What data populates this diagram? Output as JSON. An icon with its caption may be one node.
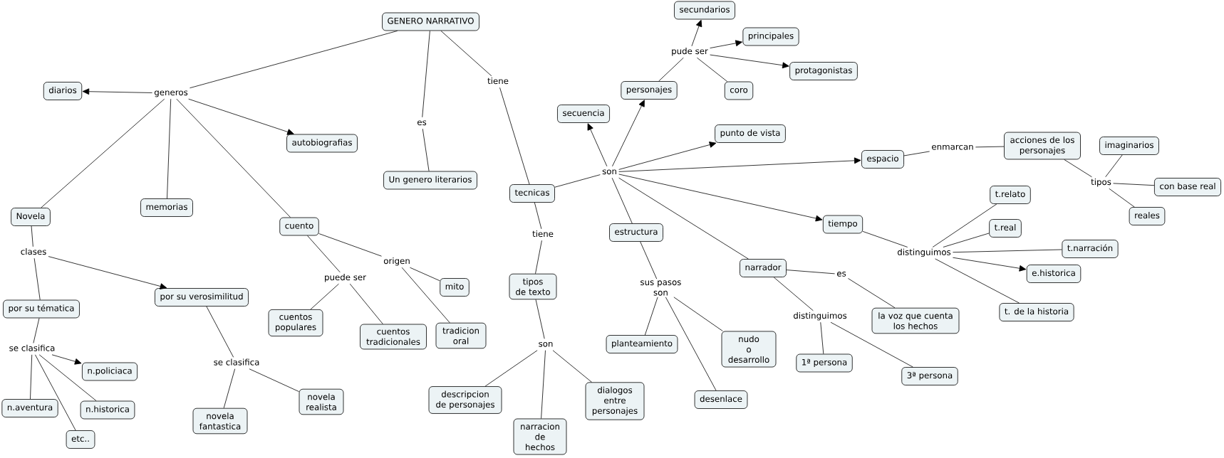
{
  "diagram": {
    "nodes": [
      {
        "text": [
          "GENERO NARRATIVO"
        ]
      },
      {
        "text": [
          "generos"
        ]
      },
      {
        "text": [
          "diarios"
        ]
      },
      {
        "text": [
          "autobiografias"
        ]
      },
      {
        "text": [
          "Novela"
        ]
      },
      {
        "text": [
          "memorias"
        ]
      },
      {
        "text": [
          "cuento"
        ]
      },
      {
        "text": [
          "es"
        ]
      },
      {
        "text": [
          "Un genero literarios"
        ]
      },
      {
        "text": [
          "tiene"
        ]
      },
      {
        "text": [
          "tecnicas"
        ]
      },
      {
        "text": [
          "son"
        ]
      },
      {
        "text": [
          "secuencia"
        ]
      },
      {
        "text": [
          "personajes"
        ]
      },
      {
        "text": [
          "pude ser"
        ]
      },
      {
        "text": [
          "secundarios"
        ]
      },
      {
        "text": [
          "principales"
        ]
      },
      {
        "text": [
          "protagonistas"
        ]
      },
      {
        "text": [
          "coro"
        ]
      },
      {
        "text": [
          "punto de vista"
        ]
      },
      {
        "text": [
          "espacio"
        ]
      },
      {
        "text": [
          "enmarcan"
        ]
      },
      {
        "text": [
          "acciones de los personajes"
        ]
      },
      {
        "text": [
          "tipos"
        ]
      },
      {
        "text": [
          "imaginarios"
        ]
      },
      {
        "text": [
          "con base real"
        ]
      },
      {
        "text": [
          "reales"
        ]
      },
      {
        "text": [
          "tiempo"
        ]
      },
      {
        "text": [
          "distinguimos"
        ]
      },
      {
        "text": [
          "t.relato"
        ]
      },
      {
        "text": [
          "t.real"
        ]
      },
      {
        "text": [
          "t.narración"
        ]
      },
      {
        "text": [
          "e.historica"
        ]
      },
      {
        "text": [
          "t. de la historia"
        ]
      },
      {
        "text": [
          "estructura"
        ]
      },
      {
        "text": [
          "sus pasos son"
        ]
      },
      {
        "text": [
          "planteamiento"
        ]
      },
      {
        "text": [
          "nudo o desarrollo"
        ]
      },
      {
        "text": [
          "desenlace"
        ]
      },
      {
        "text": [
          "narrador"
        ]
      },
      {
        "text": [
          "es"
        ]
      },
      {
        "text": [
          "la voz que cuenta los hechos"
        ]
      },
      {
        "text": [
          "distinguimos"
        ]
      },
      {
        "text": [
          "1ª persona"
        ]
      },
      {
        "text": [
          "3ª persona"
        ]
      },
      {
        "text": [
          "tiene"
        ]
      },
      {
        "text": [
          "tipos de texto"
        ]
      },
      {
        "text": [
          "son"
        ]
      },
      {
        "text": [
          "descripcion de personajes"
        ]
      },
      {
        "text": [
          "narracion de hechos"
        ]
      },
      {
        "text": [
          "dialogos entre personajes"
        ]
      },
      {
        "text": [
          "clases"
        ]
      },
      {
        "text": [
          "por su tématica"
        ]
      },
      {
        "text": [
          "por su verosimilitud"
        ]
      },
      {
        "text": [
          "se clasifica"
        ]
      },
      {
        "text": [
          "n.policiaca"
        ]
      },
      {
        "text": [
          "n.aventura"
        ]
      },
      {
        "text": [
          "n.historica"
        ]
      },
      {
        "text": [
          "etc.."
        ]
      },
      {
        "text": [
          "se clasifica"
        ]
      },
      {
        "text": [
          "novela fantastica"
        ]
      },
      {
        "text": [
          "novela realista"
        ]
      },
      {
        "text": [
          "puede ser"
        ]
      },
      {
        "text": [
          "origen"
        ]
      },
      {
        "text": [
          "cuentos populares"
        ]
      },
      {
        "text": [
          "cuentos tradicionales"
        ]
      },
      {
        "text": [
          "mito"
        ]
      },
      {
        "text": [
          "tradicion oral"
        ]
      }
    ],
    "edges": [
      {
        "from": 0,
        "to": 1,
        "arrow": "none"
      },
      {
        "from": 1,
        "to": 2,
        "arrow": "to"
      },
      {
        "from": 1,
        "to": 3,
        "arrow": "to"
      },
      {
        "from": 1,
        "to": 4,
        "arrow": "none"
      },
      {
        "from": 1,
        "to": 5,
        "arrow": "none"
      },
      {
        "from": 1,
        "to": 6,
        "arrow": "none"
      },
      {
        "from": 0,
        "to": 7,
        "arrow": "none"
      },
      {
        "from": 7,
        "to": 8,
        "arrow": "none"
      },
      {
        "from": 0,
        "to": 9,
        "arrow": "none"
      },
      {
        "from": 9,
        "to": 10,
        "arrow": "none"
      },
      {
        "from": 10,
        "to": 11,
        "arrow": "none"
      },
      {
        "from": 11,
        "to": 12,
        "arrow": "to"
      },
      {
        "from": 11,
        "to": 13,
        "arrow": "to"
      },
      {
        "from": 11,
        "to": 19,
        "arrow": "to"
      },
      {
        "from": 11,
        "to": 20,
        "arrow": "to"
      },
      {
        "from": 11,
        "to": 27,
        "arrow": "to"
      },
      {
        "from": 11,
        "to": 34,
        "arrow": "none"
      },
      {
        "from": 11,
        "to": 39,
        "arrow": "none"
      },
      {
        "from": 13,
        "to": 14,
        "arrow": "none"
      },
      {
        "from": 14,
        "to": 15,
        "arrow": "to"
      },
      {
        "from": 14,
        "to": 16,
        "arrow": "to"
      },
      {
        "from": 14,
        "to": 17,
        "arrow": "to"
      },
      {
        "from": 14,
        "to": 18,
        "arrow": "none"
      },
      {
        "from": 20,
        "to": 21,
        "arrow": "none"
      },
      {
        "from": 21,
        "to": 22,
        "arrow": "none"
      },
      {
        "from": 22,
        "to": 23,
        "arrow": "none"
      },
      {
        "from": 23,
        "to": 24,
        "arrow": "none"
      },
      {
        "from": 23,
        "to": 25,
        "arrow": "none"
      },
      {
        "from": 23,
        "to": 26,
        "arrow": "none"
      },
      {
        "from": 27,
        "to": 28,
        "arrow": "none"
      },
      {
        "from": 28,
        "to": 29,
        "arrow": "none"
      },
      {
        "from": 28,
        "to": 30,
        "arrow": "none"
      },
      {
        "from": 28,
        "to": 31,
        "arrow": "none"
      },
      {
        "from": 28,
        "to": 32,
        "arrow": "to"
      },
      {
        "from": 28,
        "to": 33,
        "arrow": "none"
      },
      {
        "from": 34,
        "to": 35,
        "arrow": "none"
      },
      {
        "from": 35,
        "to": 36,
        "arrow": "none"
      },
      {
        "from": 35,
        "to": 37,
        "arrow": "none"
      },
      {
        "from": 35,
        "to": 38,
        "arrow": "none"
      },
      {
        "from": 39,
        "to": 40,
        "arrow": "none"
      },
      {
        "from": 40,
        "to": 41,
        "arrow": "none"
      },
      {
        "from": 39,
        "to": 42,
        "arrow": "none"
      },
      {
        "from": 42,
        "to": 43,
        "arrow": "none"
      },
      {
        "from": 42,
        "to": 44,
        "arrow": "none"
      },
      {
        "from": 10,
        "to": 45,
        "arrow": "none"
      },
      {
        "from": 45,
        "to": 46,
        "arrow": "none"
      },
      {
        "from": 46,
        "to": 47,
        "arrow": "none"
      },
      {
        "from": 47,
        "to": 48,
        "arrow": "none"
      },
      {
        "from": 47,
        "to": 49,
        "arrow": "none"
      },
      {
        "from": 47,
        "to": 50,
        "arrow": "none"
      },
      {
        "from": 4,
        "to": 51,
        "arrow": "none"
      },
      {
        "from": 51,
        "to": 52,
        "arrow": "none"
      },
      {
        "from": 51,
        "to": 53,
        "arrow": "to"
      },
      {
        "from": 52,
        "to": 54,
        "arrow": "none"
      },
      {
        "from": 54,
        "to": 55,
        "arrow": "to"
      },
      {
        "from": 54,
        "to": 56,
        "arrow": "none"
      },
      {
        "from": 54,
        "to": 57,
        "arrow": "none"
      },
      {
        "from": 54,
        "to": 58,
        "arrow": "none"
      },
      {
        "from": 53,
        "to": 59,
        "arrow": "none"
      },
      {
        "from": 59,
        "to": 60,
        "arrow": "none"
      },
      {
        "from": 59,
        "to": 61,
        "arrow": "none"
      },
      {
        "from": 6,
        "to": 62,
        "arrow": "none"
      },
      {
        "from": 62,
        "to": 64,
        "arrow": "none"
      },
      {
        "from": 62,
        "to": 65,
        "arrow": "none"
      },
      {
        "from": 6,
        "to": 63,
        "arrow": "none"
      },
      {
        "from": 63,
        "to": 66,
        "arrow": "none"
      },
      {
        "from": 63,
        "to": 67,
        "arrow": "none"
      }
    ]
  }
}
